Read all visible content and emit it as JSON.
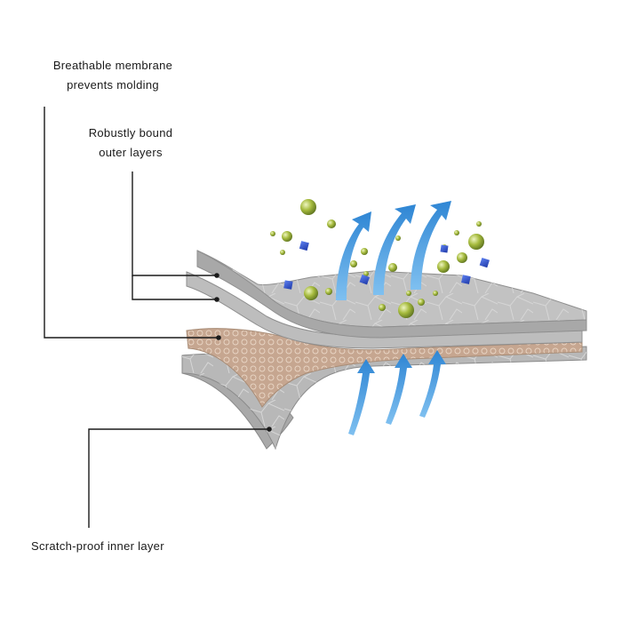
{
  "labels": {
    "breathable": {
      "line1": "Breathable  membrane",
      "line2": "prevents  molding"
    },
    "outer": {
      "line1": "Robustly  bound",
      "line2": "outer  layers"
    },
    "inner": {
      "line1": "Scratch-proof  inner layer"
    }
  },
  "colors": {
    "layer_gray": "#b5b5b5",
    "layer_edge": "#8f8f8f",
    "membrane_brown": "#c4a58e",
    "arrow_blue": "#3a8fd6",
    "particle_green": "#9cb33c",
    "particle_blue": "#2b4fc9",
    "leader_line": "#1a1a1a"
  }
}
